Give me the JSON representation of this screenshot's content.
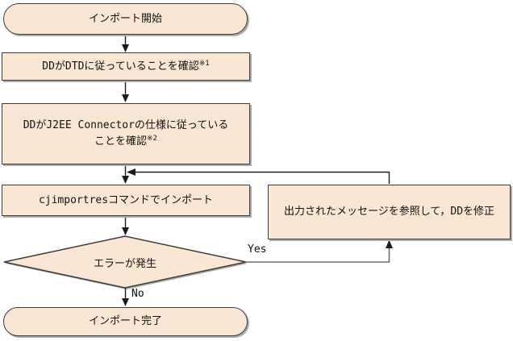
{
  "colors": {
    "background": "#FFFFFF",
    "node_fill": "#FAE7D3",
    "node_border": "#3C3C3C",
    "line": "#1C1C1C",
    "branch_line": "#6E6E6E",
    "shadow": "#ABABAB",
    "text": "#111111"
  },
  "nodes": {
    "start": {
      "label": "インポート開始"
    },
    "check_dtd": {
      "label": "DDがDTDに従っていることを確認",
      "sup": "※1"
    },
    "check_spec": {
      "line1": "DDがJ2EE Connectorの仕様に従っている",
      "line2": "ことを確認",
      "sup": "※2"
    },
    "import_cmd": {
      "label": "cjimportresコマンドでインポート"
    },
    "decision": {
      "label": "エラーが発生",
      "yes": "Yes",
      "no": "No"
    },
    "fix_dd": {
      "label": "出力されたメッセージを参照して，DDを修正"
    },
    "end": {
      "label": "インポート完了"
    }
  }
}
